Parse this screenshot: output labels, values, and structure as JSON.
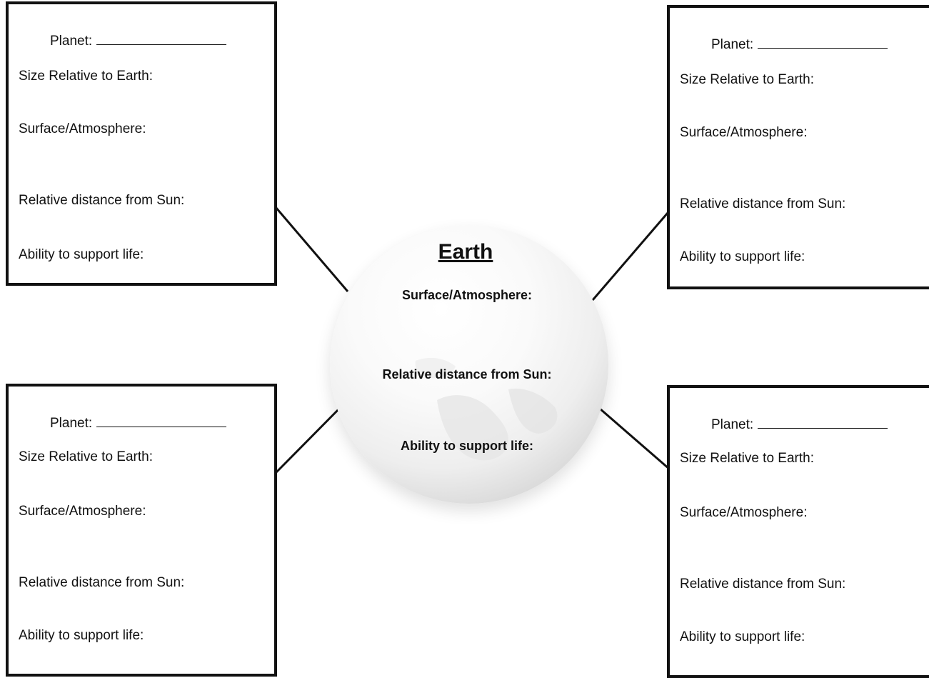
{
  "center": {
    "title": "Earth",
    "fields": [
      "Surface/Atmosphere:",
      "Relative distance from Sun:",
      "Ability to support life:"
    ]
  },
  "cards": [
    {
      "planet_label": "Planet:",
      "size": "Size Relative to Earth:",
      "surface": "Surface/Atmosphere:",
      "distance": "Relative distance from Sun:",
      "life": "Ability to support life:"
    },
    {
      "planet_label": "Planet:",
      "size": "Size Relative to Earth:",
      "surface": "Surface/Atmosphere:",
      "distance": "Relative distance from Sun:",
      "life": "Ability to support life:"
    },
    {
      "planet_label": "Planet:",
      "size": "Size Relative to Earth:",
      "surface": "Surface/Atmosphere:",
      "distance": "Relative distance from Sun:",
      "life": "Ability to support life:"
    },
    {
      "planet_label": "Planet:",
      "size": "Size Relative to Earth:",
      "surface": "Surface/Atmosphere:",
      "distance": "Relative distance from Sun:",
      "life": "Ability to support life:"
    }
  ]
}
